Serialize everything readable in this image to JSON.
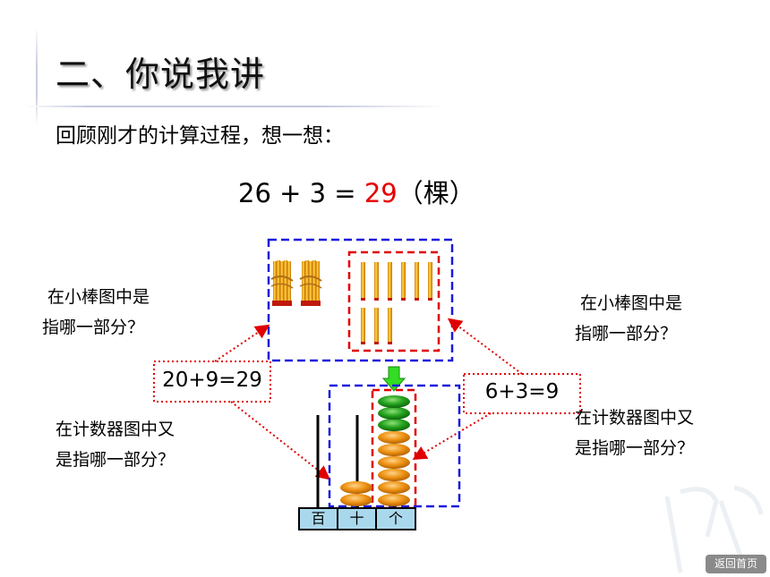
{
  "header": {
    "title": "二、你说我讲"
  },
  "subtitle": "回顾刚才的计算过程，想一想：",
  "equation": {
    "left": "26 + 3 = ",
    "answer": "29",
    "unit": "（棵）"
  },
  "left_question": {
    "line1": "在小棒图中是",
    "line2": "指哪一部分？"
  },
  "right_question": {
    "line1": "在小棒图中是",
    "line2": "指哪一部分？"
  },
  "left_question2": {
    "line1": "在计数器图中又",
    "line2": "是指哪一部分？"
  },
  "right_question2": {
    "line1": "在计数器图中又",
    "line2": "是指哪一部分？"
  },
  "formulas": {
    "left": "20+9=29",
    "right": "6+3=9"
  },
  "abacus": {
    "labels": [
      "百",
      "十",
      "个"
    ]
  },
  "nav": {
    "home": "返回首页"
  },
  "colors": {
    "blue_dash": "#1a1adc",
    "red_dash": "#e00000",
    "answer": "#e60000",
    "bead_orange": "#e8890a",
    "bead_green": "#1f9a1a",
    "label_bg": "#a9d8ec"
  }
}
